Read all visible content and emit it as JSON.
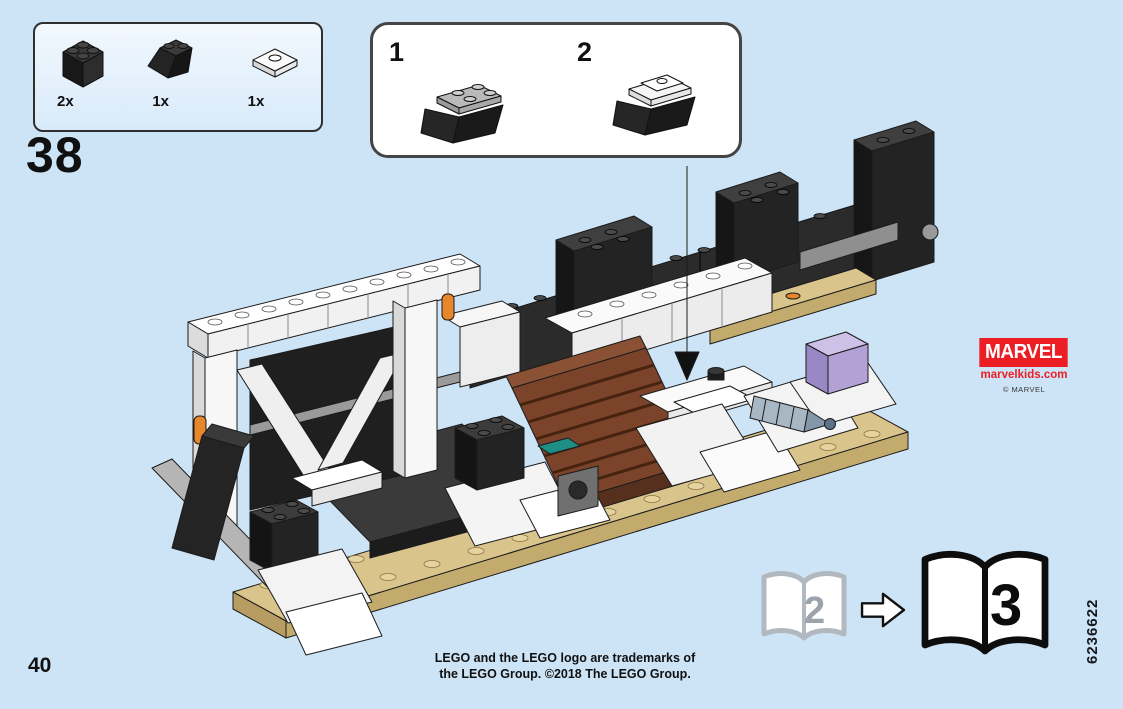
{
  "page": {
    "step_number": "38",
    "page_number": "40",
    "set_code": "6236622",
    "legal": {
      "line1": "LEGO and the LEGO logo are trademarks of",
      "line2": "the LEGO Group. ©2018 The LEGO Group."
    }
  },
  "parts_list": {
    "items": [
      {
        "count": "2x",
        "part": "brick-2x2-black"
      },
      {
        "count": "1x",
        "part": "slope-2x2-black"
      },
      {
        "count": "1x",
        "part": "tile-2x2-white-center-stud"
      }
    ]
  },
  "callout": {
    "steps": [
      {
        "number": "1",
        "part": "black-slope-with-grey-plate"
      },
      {
        "number": "2",
        "part": "black-slope-with-white-tile"
      }
    ]
  },
  "brand": {
    "logo_text": "MARVEL",
    "website": "marvelkids.com",
    "copyright": "© MARVEL"
  },
  "book_nav": {
    "current_book": "2",
    "next_book": "3"
  },
  "colors": {
    "background_blue": "#cde4f6",
    "marvel_red": "#ED1D24",
    "baseplate_tan": "#d9c58c",
    "stairs_brown": "#7a432a",
    "trans_purple": "#b3a1d6"
  }
}
